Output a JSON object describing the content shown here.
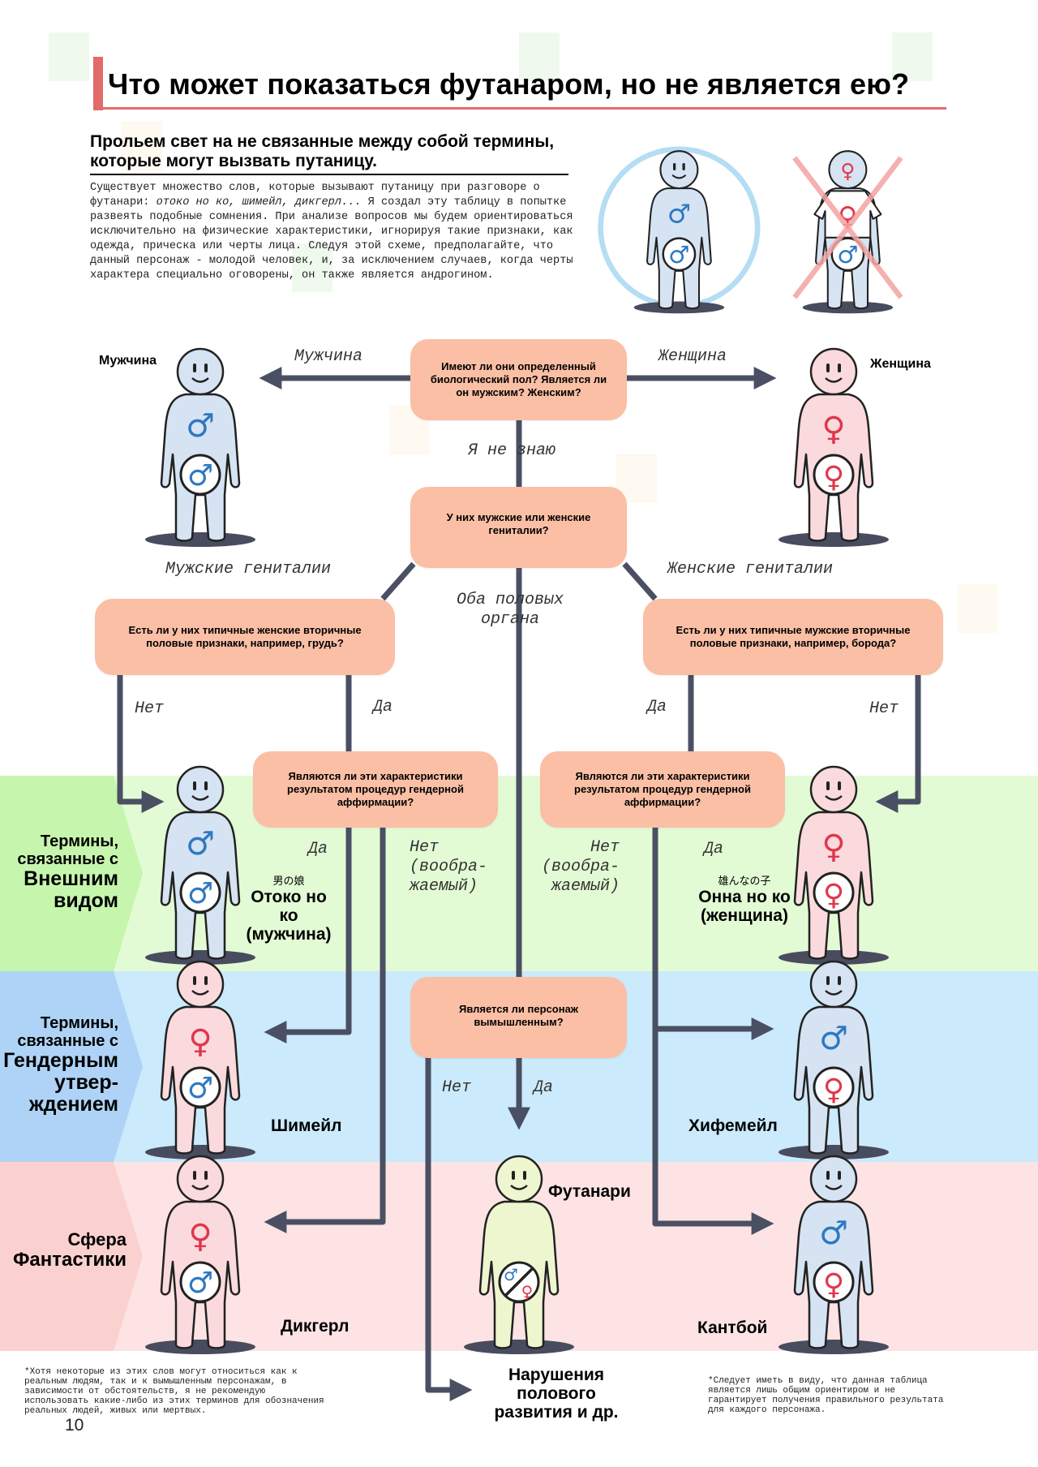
{
  "header": {
    "title": "Что может показаться футанаром, но не является ею?",
    "subtitle": "Прольем свет на не связанные между собой термины, которые могут вызвать путаницу.",
    "intro_before": "Существует множество слов, которые вызывают путаницу при разговоре о футанари: ",
    "intro_terms": "отоко но ко, шимейл, дикгерл...",
    "intro_after": " Я создал эту таблицу в попытке развеять подобные сомнения. При анализе вопросов мы будем ориентироваться исключительно на физические характеристики, игнорируя такие признаки, как одежда, прическа или черты лица. Следуя этой схеме, предполагайте, что данный персонаж - молодой человек, и, за исключением случаев, когда черты характера специально оговорены, он также является андрогином."
  },
  "colors": {
    "accent_red": "#e36a6a",
    "question_box": "#fbbfa5",
    "arrow": "#4a4f63",
    "male_body": "#d5e3f2",
    "female_body": "#fadadd",
    "futa_body": "#eef6cf",
    "male_symbol": "#2f78c2",
    "female_symbol": "#e0374b",
    "band_appearance": "#e3fbd4",
    "band_gender": "#cbeafb",
    "band_fantasy": "#fde3e3"
  },
  "questions": {
    "q1": "Имеют ли они определенный биологический пол? Является ли он мужским? Женским?",
    "q2": "У них мужские или женские гениталии?",
    "q3_left": "Есть ли у них типичные женские вторичные половые признаки, например, грудь?",
    "q3_right": "Есть ли у них типичные мужские вторичные половые признаки, например, борода?",
    "q4_left": "Являются ли эти характеристики результатом процедур гендерной аффирмации?",
    "q4_right": "Являются ли эти характеристики результатом процедур гендерной аффирмации?",
    "q5": "Является ли персонаж вымышленным?"
  },
  "edges": {
    "man": "Мужчина",
    "woman": "Женщина",
    "dont_know": "Я не знаю",
    "male_genitals": "Мужские гениталии",
    "female_genitals": "Женские гениталии",
    "both": "Оба половых\nоргана",
    "no": "Нет",
    "yes": "Да",
    "no_imaginary": "Нет\n(вообра-\nжаемый)"
  },
  "side_labels": {
    "man": "Мужчина",
    "woman": "Женщина"
  },
  "bands": [
    {
      "label_line1": "Термины,",
      "label_line2": "связанные с",
      "label_line3": "Внешним",
      "label_line4": "видом"
    },
    {
      "label_line1": "Термины,",
      "label_line2": "связанные с",
      "label_line3": "Гендерным",
      "label_line4": "утвер-",
      "label_line5": "ждением"
    },
    {
      "label_line1": "Сфера",
      "label_line2": "Фантастики"
    }
  ],
  "results": {
    "otokonoko_jp": "男の娘",
    "otokonoko": "Отоко но ко (мужчина)",
    "onnanoko_jp": "雄んなの子",
    "onnanoko": "Онна но ко (женщина)",
    "shemale": "Шимейл",
    "hefemale": "Хифемейл",
    "futanari": "Футанари",
    "dickgirl": "Дикгерл",
    "cuntboy": "Кантбой",
    "dsd": "Нарушения полового развития и др."
  },
  "symbols": {
    "male": "♂",
    "female": "♀"
  },
  "notes": {
    "left": "*Хотя некоторые из этих слов могут относиться как к\nреальным людям, так и к вымышленным персонажам, в\nзависимости от обстоятельств, я не рекомендую\nиспользовать какие-либо из этих терминов для обозначения\nреальных людей, живых или мертвых.",
    "right": "*Следует иметь в виду, что данная таблица\nявляется лишь общим ориентиром и не\nгарантирует получения правильного результата\nдля каждого персонажа."
  },
  "page_number": "10"
}
